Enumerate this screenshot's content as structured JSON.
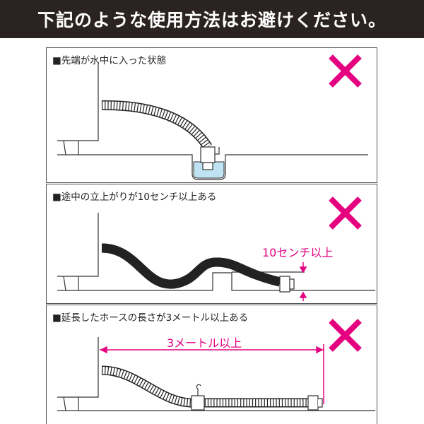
{
  "header": {
    "title": "下記のような使用方法はお避けください。"
  },
  "panels": [
    {
      "title": "■先端が水中に入った状態",
      "mark": "x-mark"
    },
    {
      "title": "■途中の立上がりが10センチ以上ある",
      "mark": "x-mark",
      "dimension_label": "10センチ以上"
    },
    {
      "title": "■延長したホースの長さが3メートル以上ある",
      "mark": "x-mark",
      "dimension_label": "3メートル以上"
    }
  ],
  "colors": {
    "header_bg": "#2b2321",
    "accent": "#e4007f",
    "water": "#bfe3f3"
  }
}
